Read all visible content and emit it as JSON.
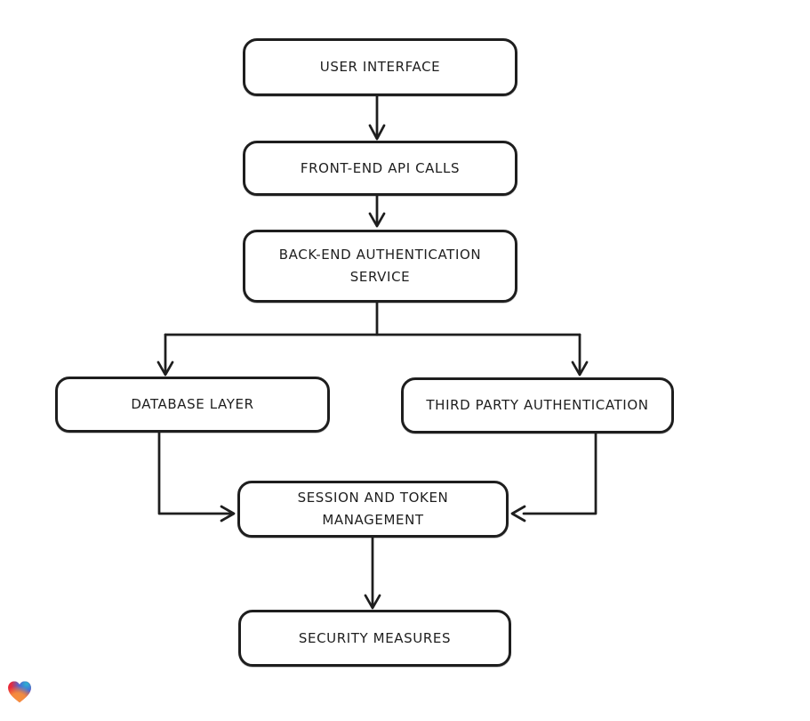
{
  "diagram": {
    "type": "flowchart",
    "style": "hand-drawn",
    "nodes": {
      "user_interface": {
        "label": "USER INTERFACE"
      },
      "front_end_api": {
        "label": "FRONT-END API CALLS"
      },
      "back_end_auth": {
        "label": "BACK-END AUTHENTICATION SERVICE"
      },
      "database_layer": {
        "label": "DATABASE LAYER"
      },
      "third_party_auth": {
        "label": "THIRD PARTY AUTHENTICATION"
      },
      "session_token": {
        "label": "SESSION AND TOKEN MANAGEMENT"
      },
      "security_measures": {
        "label": "SECURITY MEASURES"
      }
    },
    "edges": [
      {
        "from": "user_interface",
        "to": "front_end_api"
      },
      {
        "from": "front_end_api",
        "to": "back_end_auth"
      },
      {
        "from": "back_end_auth",
        "to": "database_layer"
      },
      {
        "from": "back_end_auth",
        "to": "third_party_auth"
      },
      {
        "from": "database_layer",
        "to": "session_token"
      },
      {
        "from": "third_party_auth",
        "to": "session_token"
      },
      {
        "from": "session_token",
        "to": "security_measures"
      }
    ]
  },
  "logo": {
    "icon": "heart-logo",
    "colors": {
      "red": "#e8293b",
      "teal": "#2cb4cd",
      "blue": "#3f6ee0",
      "orange": "#f6913e"
    }
  },
  "colors": {
    "background": "#ffffff",
    "stroke": "#1e1e1e",
    "node_fill": "#ffffff"
  }
}
